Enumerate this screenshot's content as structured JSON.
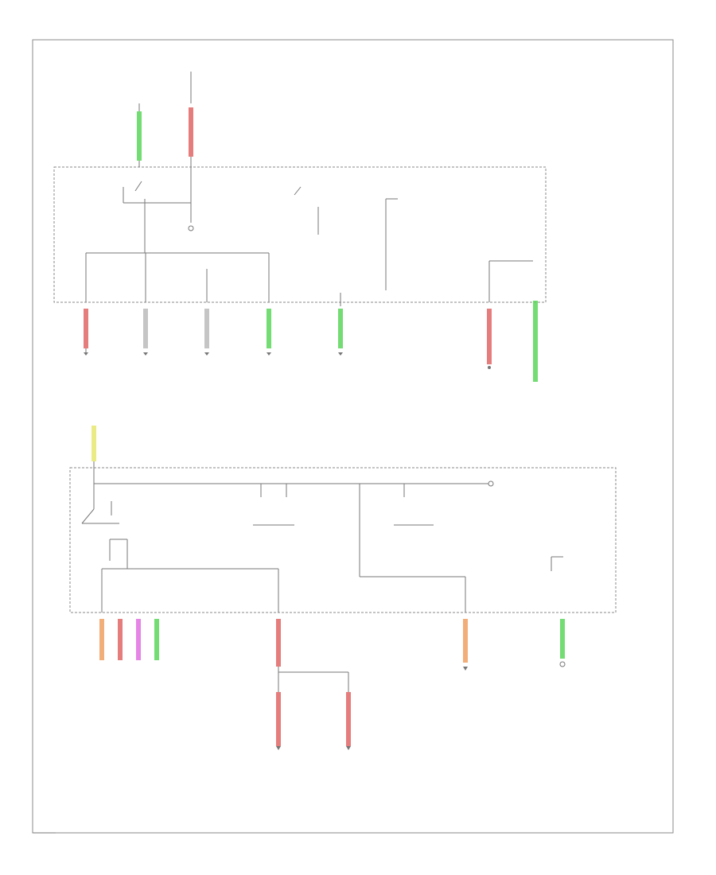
{
  "wire_colors": {
    "R": "#e06666",
    "G": "#5bd65b",
    "Y": "#e8e870",
    "O": "#f0a060",
    "P": "#e070e0",
    "B": "#8a8a8a"
  },
  "footer_code": "",
  "blocks": [
    {
      "id": "ipdm",
      "label": ""
    },
    {
      "id": "fuse-block",
      "label": ""
    }
  ],
  "fuses": [
    {
      "id": "f1",
      "label": ""
    },
    {
      "id": "f2",
      "label": ""
    },
    {
      "id": "f3",
      "label": ""
    },
    {
      "id": "f4",
      "label": ""
    },
    {
      "id": "f5",
      "label": ""
    },
    {
      "id": "f6",
      "label": ""
    },
    {
      "id": "f7",
      "label": ""
    },
    {
      "id": "f8",
      "label": ""
    }
  ],
  "relays": [
    {
      "id": "ignition-relay",
      "label": ""
    },
    {
      "id": "ecm-relay",
      "label": ""
    },
    {
      "id": "tail-relay",
      "label": ""
    },
    {
      "id": "headlamp-relay-lh",
      "label": ""
    },
    {
      "id": "headlamp-relay-rh",
      "label": ""
    },
    {
      "id": "acc-relay",
      "label": ""
    },
    {
      "id": "blower-relay",
      "label": ""
    }
  ],
  "destinations": [
    {
      "id": "d1",
      "label": ""
    },
    {
      "id": "d2",
      "label": ""
    },
    {
      "id": "d3",
      "label": ""
    },
    {
      "id": "d4",
      "label": ""
    },
    {
      "id": "d5",
      "label": ""
    },
    {
      "id": "d6",
      "label": ""
    },
    {
      "id": "d7",
      "label": ""
    },
    {
      "id": "d8",
      "label": ""
    },
    {
      "id": "d9",
      "label": ""
    },
    {
      "id": "d10",
      "label": ""
    },
    {
      "id": "d11",
      "label": ""
    },
    {
      "id": "d12",
      "label": ""
    },
    {
      "id": "d13",
      "label": ""
    },
    {
      "id": "d14",
      "label": ""
    }
  ]
}
